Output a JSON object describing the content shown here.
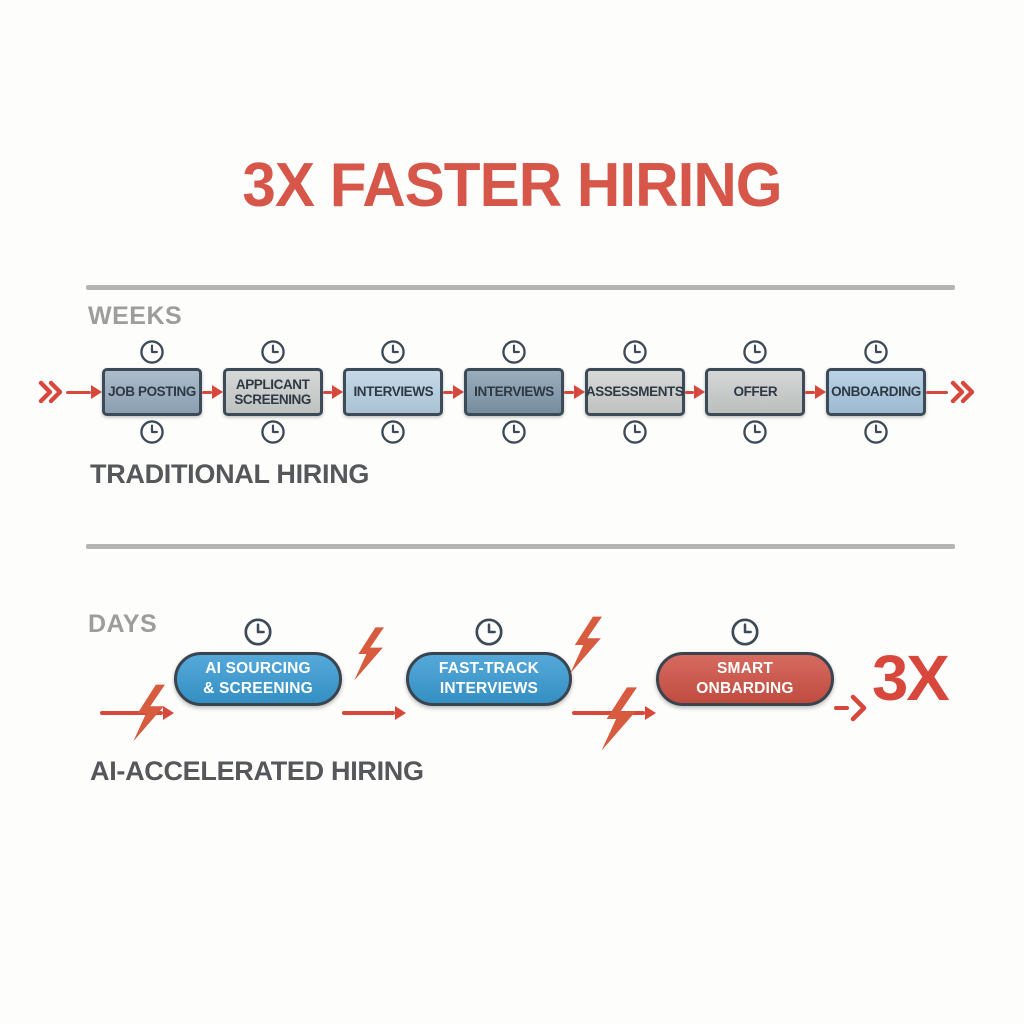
{
  "title": "3X FASTER HIRING",
  "colors": {
    "accent_red": "#d8473c",
    "title_red": "#d6564a",
    "bolt_orange": "#d75b3f",
    "border_slate": "#3d4a57",
    "divider_gray": "#b4b4b2",
    "unit_text_gray": "#9d9d9b",
    "section_text_gray": "#55575a",
    "pill_blue": "#399bd3",
    "pill_red": "#d05245",
    "background": "#fdfdfc"
  },
  "icons": {
    "clock": "clock-icon",
    "lightning": "lightning-bolt-icon",
    "fast_forward": "fast-forward-icon",
    "arrowhead": "arrowhead-icon",
    "chevron": "chevron-right-icon"
  },
  "traditional": {
    "unit_label": "WEEKS",
    "section_label": "TRADITIONAL HIRING",
    "stages": [
      {
        "lines": [
          "JOB POSTING"
        ],
        "fill": "#94a9bc"
      },
      {
        "lines": [
          "APPLICANT",
          "SCREENING"
        ],
        "fill": "#c9cdcb"
      },
      {
        "lines": [
          "INTERVIEWS"
        ],
        "fill": "#b5cee1"
      },
      {
        "lines": [
          "INTERVIEWS"
        ],
        "fill": "#7e96a9"
      },
      {
        "lines": [
          "ASSESSMENTS"
        ],
        "fill": "#cbcecd"
      },
      {
        "lines": [
          "OFFER"
        ],
        "fill": "#c7cbca"
      },
      {
        "lines": [
          "ONBOARDING"
        ],
        "fill": "#a6c5de"
      }
    ]
  },
  "accelerated": {
    "unit_label": "DAYS",
    "section_label": "AI-ACCELERATED HIRING",
    "stages": [
      {
        "lines": [
          "AI SOURCING",
          "& SCREENING"
        ],
        "fill": "#399bd3",
        "width": 168
      },
      {
        "lines": [
          "FAST-TRACK",
          "INTERVIEWS"
        ],
        "fill": "#399bd3",
        "width": 166
      },
      {
        "lines": [
          "SMART",
          "ONBARDING"
        ],
        "fill": "#d05245",
        "width": 178
      }
    ],
    "result_label": "3X"
  }
}
